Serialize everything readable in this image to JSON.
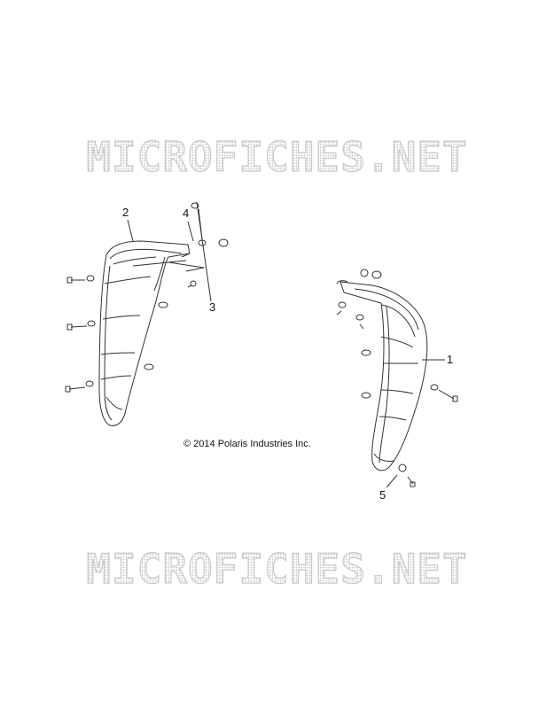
{
  "watermark": {
    "top": "MICROFICHES.NET",
    "bottom": "MICROFICHES.NET"
  },
  "copyright": "© 2014 Polaris Industries Inc.",
  "callouts": {
    "c1": "1",
    "c2": "2",
    "c3": "3",
    "c4": "4",
    "c5": "5"
  },
  "colors": {
    "line": "#333333",
    "watermark": "#c9c9c9"
  }
}
